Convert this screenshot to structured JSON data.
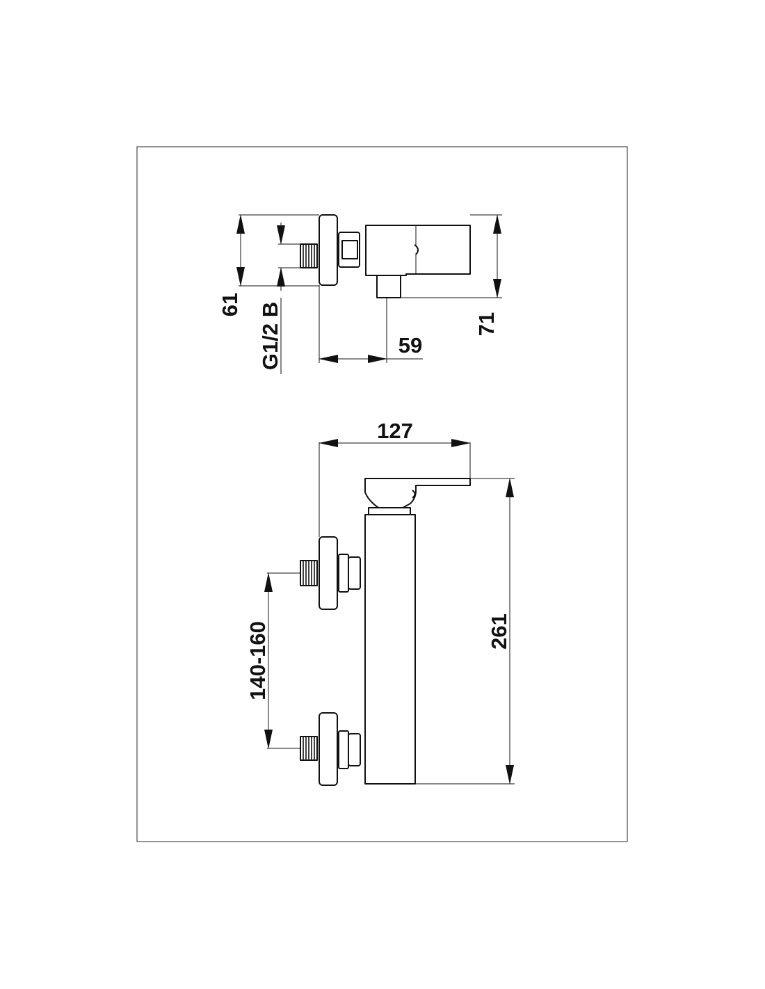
{
  "dimensions": {
    "top_height_left": "61",
    "thread_spec": "G1/2 B",
    "top_depth": "59",
    "top_height_right": "71",
    "body_depth": "127",
    "inlet_spacing": "140-160",
    "total_height": "261"
  },
  "colors": {
    "line": "#111111",
    "frame": "#4a4a4a",
    "background": "#ffffff"
  }
}
